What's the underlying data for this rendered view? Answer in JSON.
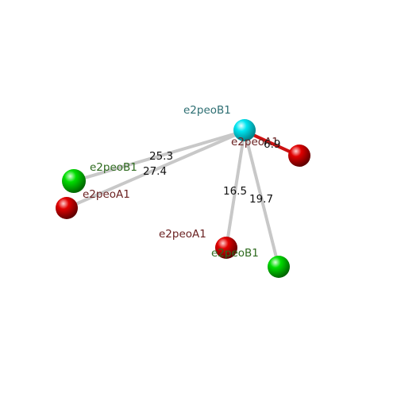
{
  "colors": {
    "atom_cyan": "#00d9e6",
    "atom_green": "#00cc00",
    "atom_red": "#dd0000",
    "label_cyan": "#2e6f73",
    "label_green": "#2f6b1f",
    "label_red": "#6b2222",
    "bond_gray": "#c8c8c8",
    "bond_red": "#cc1111"
  },
  "atoms": [
    {
      "id": "center",
      "label": "e2peoB1",
      "element": "cyan"
    },
    {
      "id": "top-right",
      "label": "e2peoA1",
      "element": "red"
    },
    {
      "id": "left-upper",
      "label": "e2peoB1",
      "element": "green"
    },
    {
      "id": "left-lower",
      "label": "e2peoA1",
      "element": "red"
    },
    {
      "id": "bottom-mid",
      "label": "e2peoA1",
      "element": "red"
    },
    {
      "id": "bottom-right",
      "label": "e2peoB1",
      "element": "green"
    }
  ],
  "contacts": [
    {
      "id": "c1",
      "to": "left-upper",
      "distance": "25.3"
    },
    {
      "id": "c2",
      "to": "left-lower",
      "distance": "27.4"
    },
    {
      "id": "c3",
      "to": "bottom-mid",
      "distance": "16.5"
    },
    {
      "id": "c4",
      "to": "bottom-right",
      "distance": "19.7"
    },
    {
      "id": "c5",
      "to": "top-right",
      "distance": "6.9"
    }
  ]
}
